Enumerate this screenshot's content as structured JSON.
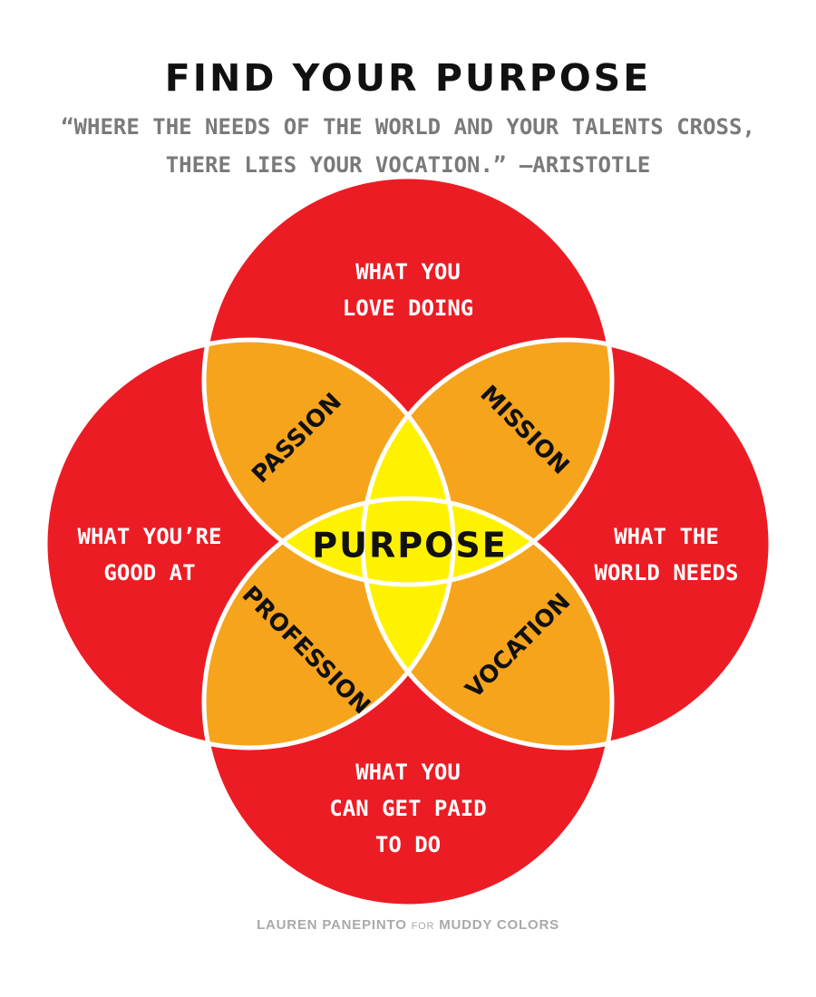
{
  "header": {
    "title": "FIND YOUR PURPOSE",
    "quote_line1": "“WHERE THE NEEDS OF THE WORLD AND YOUR TALENTS CROSS,",
    "quote_line2": "THERE LIES YOUR VOCATION.” —ARISTOTLE"
  },
  "circles": {
    "top": [
      "WHAT YOU",
      "LOVE DOING"
    ],
    "left": [
      "WHAT YOU’RE",
      "GOOD AT"
    ],
    "right": [
      "WHAT THE",
      "WORLD NEEDS"
    ],
    "bottom": [
      "WHAT YOU",
      "CAN GET PAID",
      "TO DO"
    ]
  },
  "overlaps": {
    "top_left": "PASSION",
    "top_right": "MISSION",
    "bottom_left": "PROFESSION",
    "bottom_right": "VOCATION",
    "center": "PURPOSE"
  },
  "credit": {
    "author": "LAUREN PANEPINTO",
    "for": "FOR",
    "org": "MUDDY COLORS"
  },
  "colors": {
    "circle": "#ec1c24",
    "overlap": "#f7a41d",
    "center": "#fff200",
    "stroke": "#ffffff",
    "title": "#111111",
    "quote": "#7a7a7a",
    "credit": "#a9a9a9"
  }
}
